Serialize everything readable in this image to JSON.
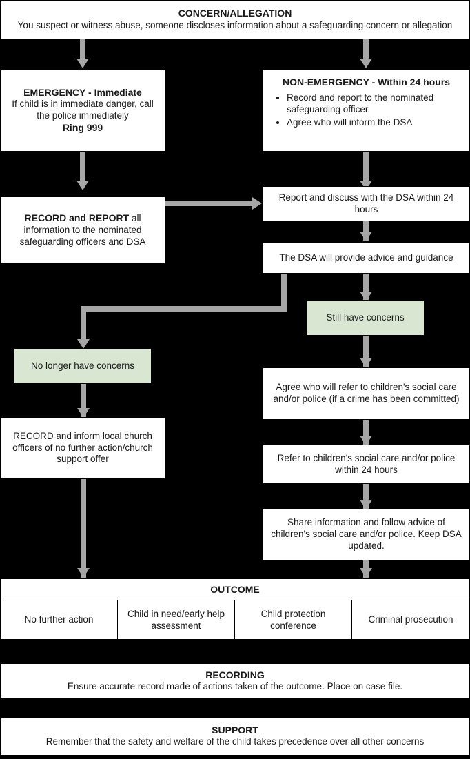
{
  "diagram": {
    "title_node": {
      "heading": "CONCERN/ALLEGATION",
      "body": "You suspect or witness abuse, someone discloses information about a safeguarding concern or allegation"
    },
    "emergency": {
      "heading": "EMERGENCY - Immediate",
      "body": "If child is in immediate danger, call the police immediately",
      "action": "Ring 999"
    },
    "non_emergency": {
      "heading": "NON-EMERGENCY - Within 24 hours",
      "bullets": [
        "Record and report to the nominated safeguarding officer",
        "Agree who will inform the DSA"
      ]
    },
    "record_report": {
      "strong": "RECORD and REPORT",
      "rest": " all information to the nominated safeguarding officers and DSA"
    },
    "report_discuss": "Report and discuss with the DSA within 24 hours",
    "dsa_advice": "The DSA will provide advice and guidance",
    "still_concerns": "Still have concerns",
    "no_longer_concerns": "No longer have concerns",
    "record_inform_church": "RECORD and inform local church officers of no further action/church support offer",
    "agree_refer": "Agree who will refer to children's social care and/or police (if a crime has been committed)",
    "refer_24": "Refer to children's social care and/or police within 24 hours",
    "share_info": "Share information and follow advice of children's social care and/or police. Keep DSA updated.",
    "outcome": {
      "heading": "OUTCOME",
      "cells": [
        "No further action",
        "Child in need/early help assessment",
        "Child protection conference",
        "Criminal prosecution"
      ]
    },
    "recording": {
      "heading": "RECORDING",
      "body": "Ensure accurate record made of actions taken of the outcome. Place on case file."
    },
    "support": {
      "heading": "SUPPORT",
      "body": "Remember that the safety and welfare of the child takes precedence over all other concerns"
    },
    "colors": {
      "background": "#000000",
      "node_fill": "#ffffff",
      "decision_fill": "#d9e7d2",
      "connector": "#a6a6a6",
      "border": "#000000",
      "text": "#1a1a1a"
    }
  }
}
